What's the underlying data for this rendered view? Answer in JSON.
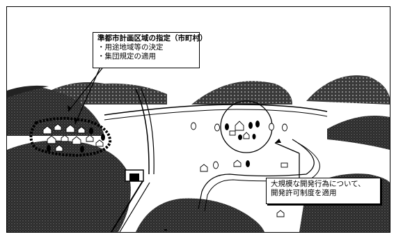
{
  "callouts": {
    "top": {
      "title": "準都市計画区域の指定（市町村）",
      "items": [
        "・用途地域等の決定",
        "・集団規定の適用"
      ]
    },
    "bottom": {
      "line1": "大規模な開発行為について、",
      "line2": "開発許可制度を適用"
    }
  },
  "icons": {
    "hills": "hill-icon",
    "trees": "tree-icon",
    "houses": "house-icon",
    "tunnel": "tunnel-icon"
  }
}
